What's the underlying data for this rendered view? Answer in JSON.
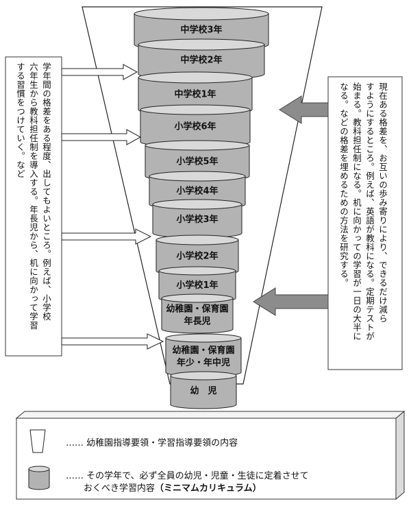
{
  "grades": [
    {
      "label": "中学校3年"
    },
    {
      "label": "中学校2年"
    },
    {
      "label": "中学校1年"
    },
    {
      "label": "小学校6年"
    },
    {
      "label": "小学校5年"
    },
    {
      "label": "小学校4年"
    },
    {
      "label": "小学校3年"
    },
    {
      "label": "小学校2年"
    },
    {
      "label": "小学校1年"
    },
    {
      "label_line1": "幼稚園・保育園",
      "label_line2": "年長児"
    },
    {
      "label_line1": "幼稚園・保育園",
      "label_line2": "年少・年中児"
    },
    {
      "label": "幼　児"
    }
  ],
  "left_note": "学年間の格差をある程度、出してもよいところ。例えば、小学校\n六年生から教科担任制を導入する。年長児から、机に向かって学習\nする習慣をつけていく。など",
  "right_note": "現在ある格差を、お互いの歩み寄りにより、できるだけ減ら\nすようにするところ。例えば、英語が教科になる。定期テストが\n始まる。教科担任制になる。机に向かっての学習が一日の大半に\nなる。などの格差を埋めるための方法を研究する。",
  "legend": {
    "funnel_desc": "…… 幼稚園指導要領・学習指導要領の内容",
    "cylinder_desc_line1": "…… その学年で、必ず全員の幼児・児童・生徒に定着させて",
    "cylinder_desc_line2": "おくべき学習内容",
    "cylinder_desc_bold": "（ミニマムカリキュラム）"
  },
  "colors": {
    "cyl_top": "#d9d9d9",
    "cyl_side": "#b3b3b3",
    "funnel_fill": "#ffffff",
    "arrow_gray": "#8c8c8c",
    "legend_box": "#eeeeee"
  }
}
